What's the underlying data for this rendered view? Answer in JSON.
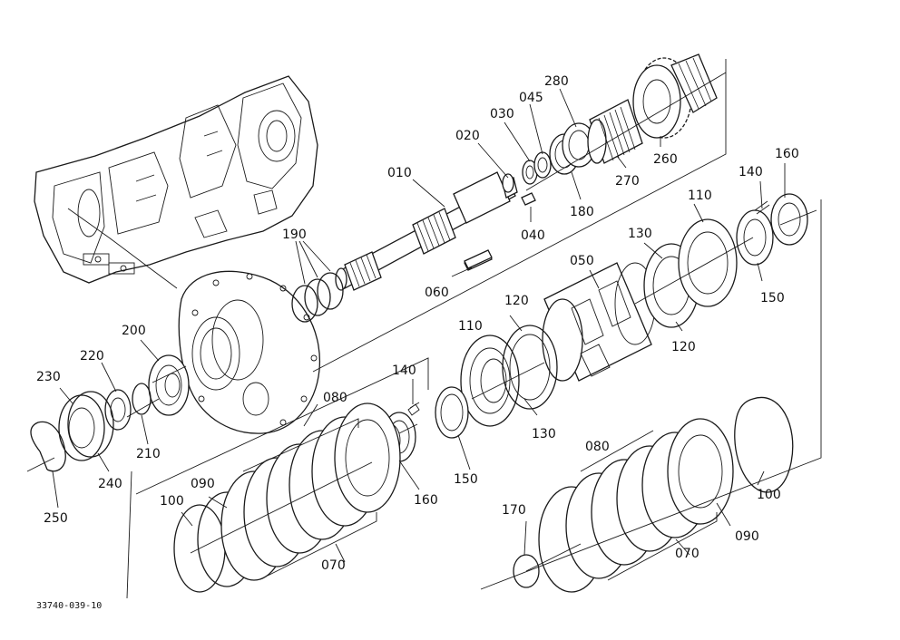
{
  "labels": [
    {
      "id": "p010",
      "text": "010"
    },
    {
      "id": "p020",
      "text": "020"
    },
    {
      "id": "p030",
      "text": "030"
    },
    {
      "id": "p045",
      "text": "045"
    },
    {
      "id": "p280",
      "text": "280"
    },
    {
      "id": "p260",
      "text": "260"
    },
    {
      "id": "p270",
      "text": "270"
    },
    {
      "id": "p180",
      "text": "180"
    },
    {
      "id": "p040",
      "text": "040"
    },
    {
      "id": "p060",
      "text": "060"
    },
    {
      "id": "p190",
      "text": "190"
    },
    {
      "id": "p160a",
      "text": "160"
    },
    {
      "id": "p140a",
      "text": "140"
    },
    {
      "id": "p110a",
      "text": "110"
    },
    {
      "id": "p130a",
      "text": "130"
    },
    {
      "id": "p050",
      "text": "050"
    },
    {
      "id": "p150a",
      "text": "150"
    },
    {
      "id": "p120a",
      "text": "120"
    },
    {
      "id": "p120b",
      "text": "120"
    },
    {
      "id": "p110b",
      "text": "110"
    },
    {
      "id": "p130b",
      "text": "130"
    },
    {
      "id": "p140b",
      "text": "140"
    },
    {
      "id": "p150b",
      "text": "150"
    },
    {
      "id": "p160b",
      "text": "160"
    },
    {
      "id": "p200",
      "text": "200"
    },
    {
      "id": "p220",
      "text": "220"
    },
    {
      "id": "p230",
      "text": "230"
    },
    {
      "id": "p210",
      "text": "210"
    },
    {
      "id": "p240",
      "text": "240"
    },
    {
      "id": "p250",
      "text": "250"
    },
    {
      "id": "p080a",
      "text": "080"
    },
    {
      "id": "p090a",
      "text": "090"
    },
    {
      "id": "p100a",
      "text": "100"
    },
    {
      "id": "p070a",
      "text": "070"
    },
    {
      "id": "p080b",
      "text": "080"
    },
    {
      "id": "p170",
      "text": "170"
    },
    {
      "id": "p070b",
      "text": "070"
    },
    {
      "id": "p090b",
      "text": "090"
    },
    {
      "id": "p100b",
      "text": "100"
    }
  ],
  "drawing_code": "33740-039-10"
}
